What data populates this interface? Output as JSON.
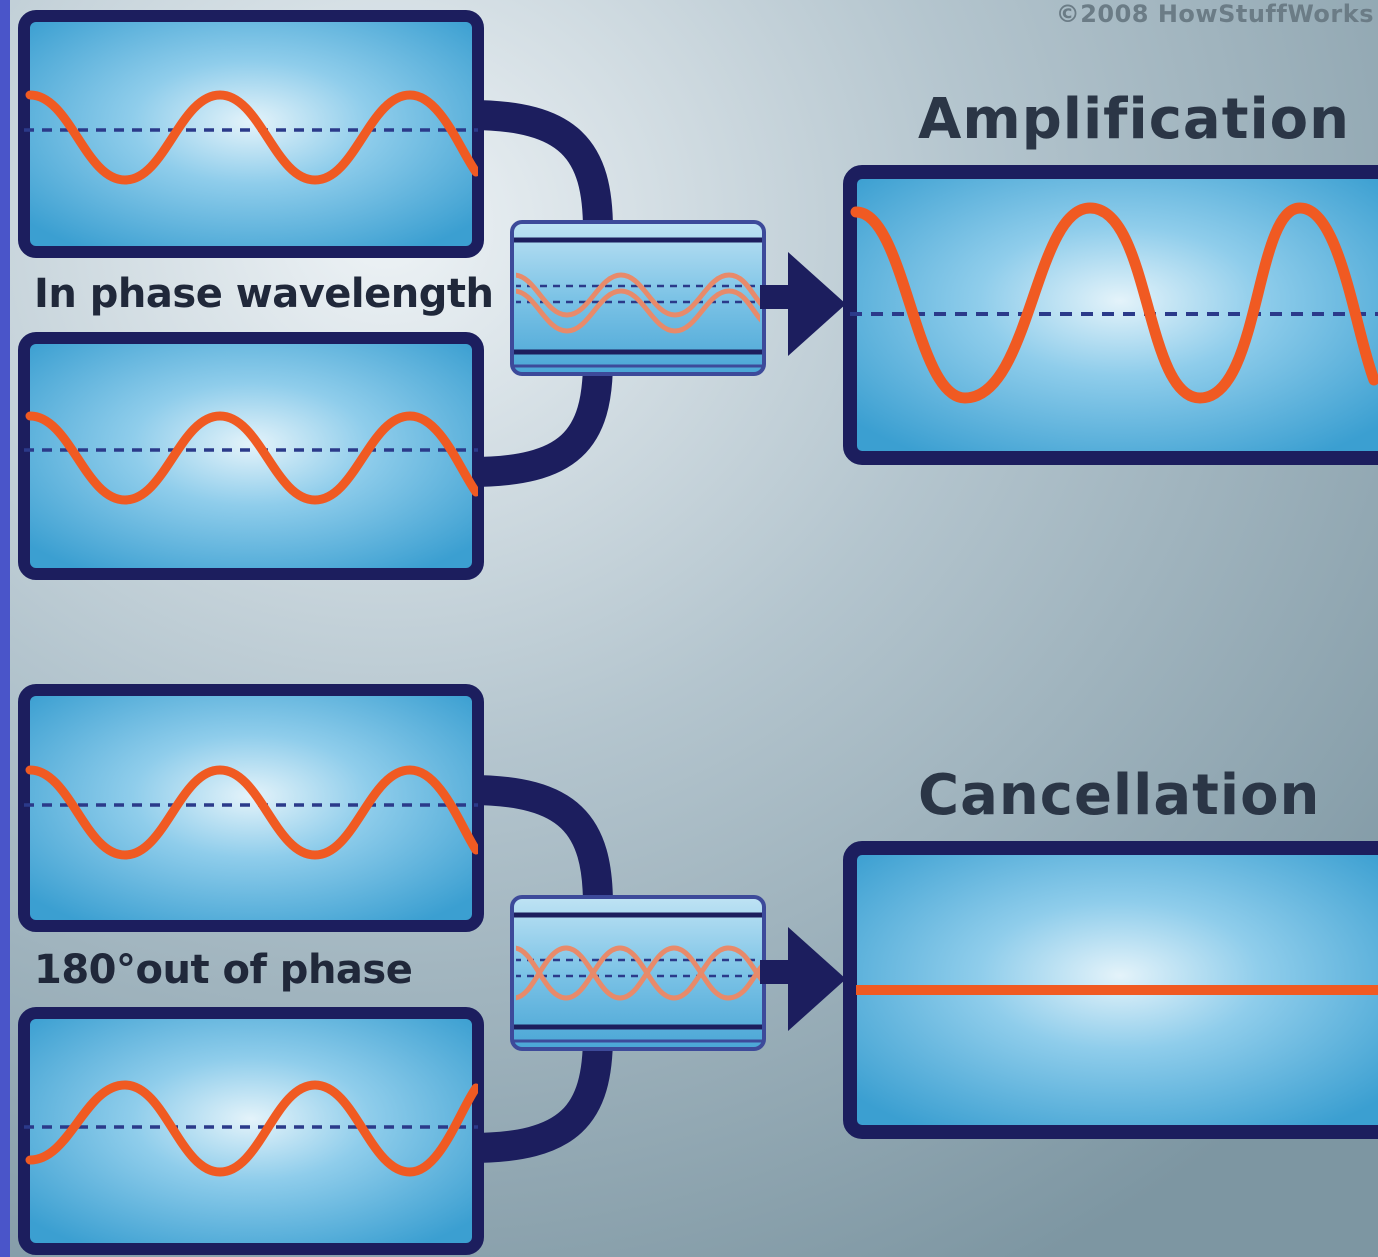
{
  "credit": "©2008 HowStuffWorks",
  "sections": [
    {
      "input_caption": "In phase wavelength",
      "result_title": "Amplification"
    },
    {
      "input_caption": "180°out of phase",
      "result_title": "Cancellation"
    }
  ],
  "colors": {
    "background_light": "#e8eef1",
    "background_dark": "#7f98a3",
    "left_edge_band": "#4a55c9",
    "panel_frame": "#1c1e5e",
    "panel_center": "#dff0f8",
    "panel_edge": "#3aa0d2",
    "wave": "#f05a22",
    "baseline": "#2b3a8a",
    "connector": "#1c1e5e"
  }
}
